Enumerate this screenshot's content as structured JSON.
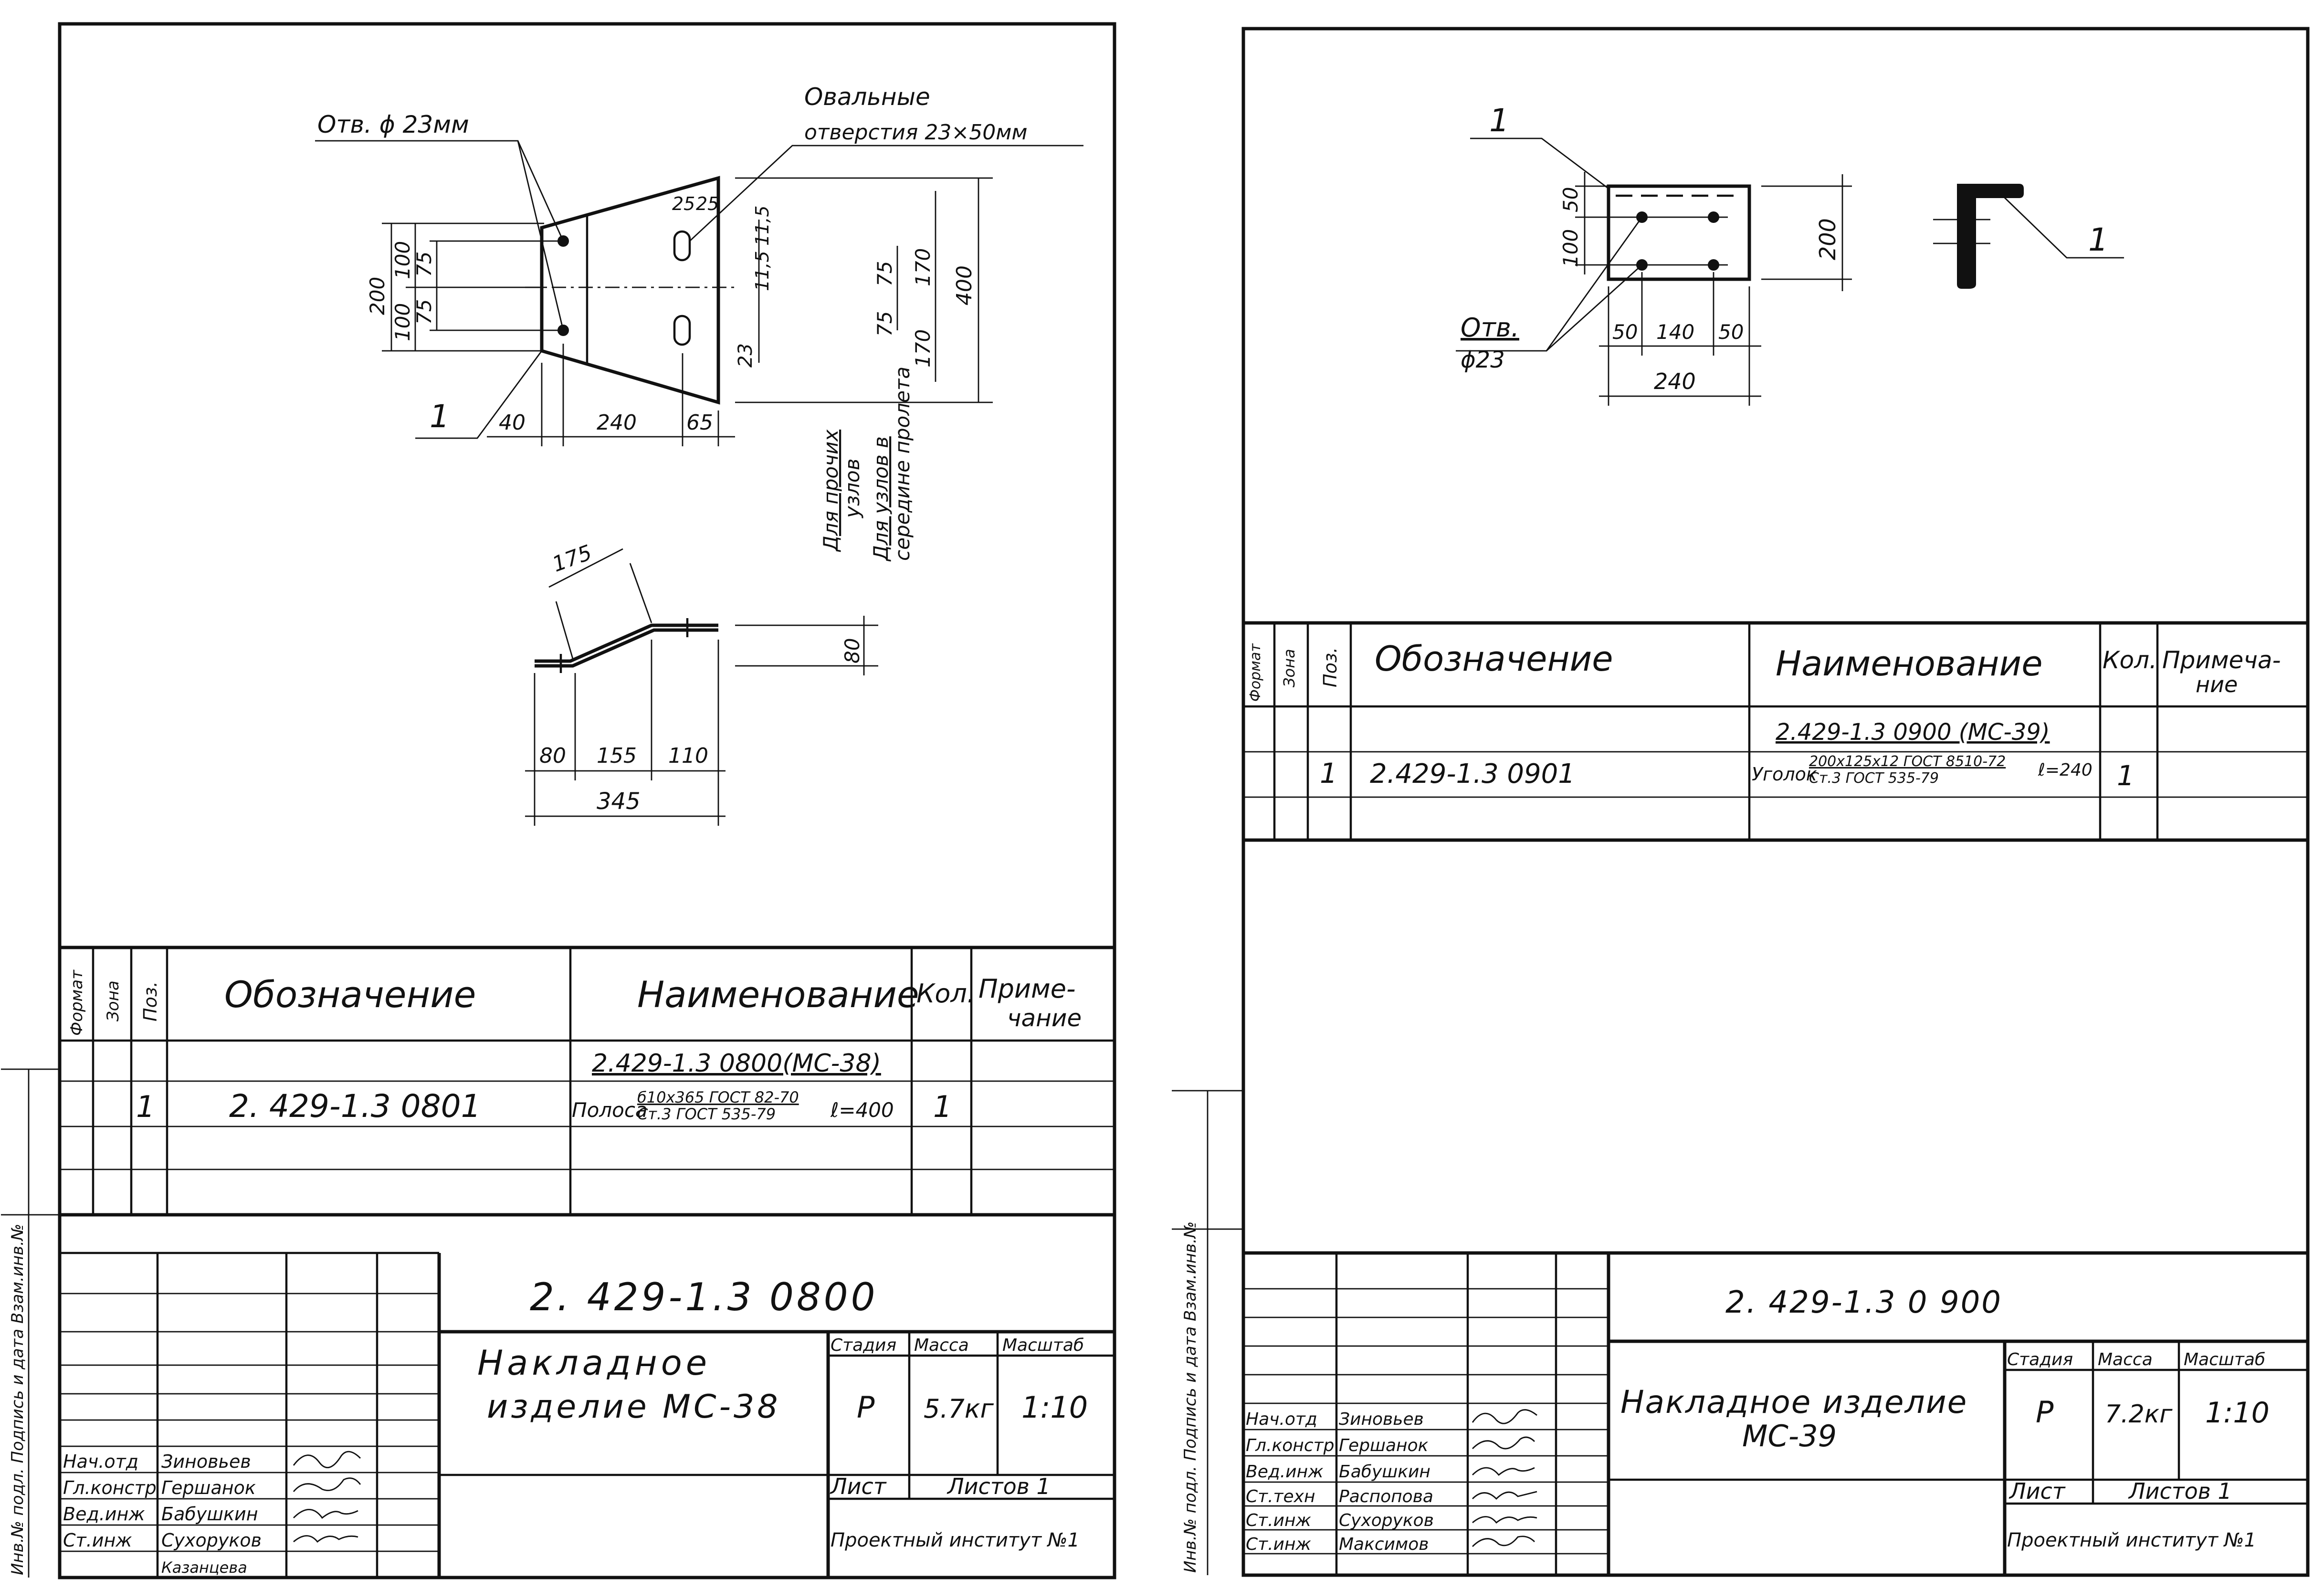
{
  "sheet1": {
    "drawing": {
      "callout_hole": "Отв. ϕ 23мм",
      "callout_oval_1": "Овальные",
      "callout_oval_2": "отверстия 23×50мм",
      "part_ref": "1",
      "d_200": "200",
      "d_100a": "100",
      "d_100b": "100",
      "d_75a": "75",
      "d_75b": "75",
      "d_25a": "25",
      "d_25b": "25",
      "d_115a": "11,5",
      "d_115b": "11,5",
      "d_75c": "75",
      "d_75d": "75",
      "d_170a": "170",
      "d_170b": "170",
      "d_23": "23",
      "d_400": "400",
      "d_40": "40",
      "d_240": "240",
      "d_65": "65",
      "note_other_1": "Для прочих",
      "note_other_2": "узлов",
      "note_mid_1": "Для узлов в",
      "note_mid_2": "середине пролета",
      "d_175": "175",
      "d_80v": "80",
      "d_80h": "80",
      "d_155": "155",
      "d_110": "110",
      "d_345": "345"
    },
    "spec": {
      "h_format": "Формат",
      "h_zone": "Зона",
      "h_pos": "Поз.",
      "h_designation": "Обозначение",
      "h_name": "Наименование",
      "h_qty": "Кол.",
      "h_note_1": "Приме-",
      "h_note_2": "чание",
      "assembly_ref": "2.429-1.3 0800(МС-38)",
      "row_pos": "1",
      "row_designation": "2. 429-1.3  0801",
      "row_name_prefix": "Полоса",
      "row_name_top": "б10х365 ГОСТ 82-70",
      "row_name_bottom": "Ст.3 ГОСТ 535-79",
      "row_length": "ℓ=400",
      "row_qty": "1"
    },
    "side_strip": "Инв.№ подл. Подпись и дата Взам.инв.№",
    "title": {
      "code": "2. 429-1.3  0800",
      "name_1": "Накладное",
      "name_2": "изделие МС-38",
      "h_stage": "Стадия",
      "h_mass": "Масса",
      "h_scale": "Масштаб",
      "stage": "Р",
      "mass": "5.7кг",
      "scale": "1:10",
      "sheet": "Лист",
      "sheets": "Листов 1",
      "org": "Проектный институт №1",
      "staff": [
        {
          "role": "Нач.отд",
          "name": "Зиновьев"
        },
        {
          "role": "Гл.констр",
          "name": "Гершанок"
        },
        {
          "role": "Вед.инж",
          "name": "Бабушкин"
        },
        {
          "role": "Ст.инж",
          "name": "Сухоруков"
        },
        {
          "role": "",
          "name": "Казанцева"
        }
      ]
    }
  },
  "sheet2": {
    "drawing": {
      "part_ref_a": "1",
      "part_ref_b": "1",
      "d_100": "100",
      "d_50": "50",
      "d_200": "200",
      "callout_hole_1": "Отв.",
      "callout_hole_2": "ϕ23",
      "d_50a": "50",
      "d_140": "140",
      "d_50b": "50",
      "d_240": "240"
    },
    "spec": {
      "h_format": "Формат",
      "h_zone": "Зона",
      "h_pos": "Поз.",
      "h_designation": "Обозначение",
      "h_name": "Наименование",
      "h_qty": "Кол.",
      "h_note_1": "Примеча-",
      "h_note_2": "ние",
      "assembly_ref": "2.429-1.3  0900 (МС-39)",
      "row_pos": "1",
      "row_designation": "2.429-1.3  0901",
      "row_name_prefix": "Уголок",
      "row_name_top": "200х125х12 ГОСТ 8510-72",
      "row_name_bottom": "Ст.3 ГОСТ 535-79",
      "row_length": "ℓ=240",
      "row_qty": "1"
    },
    "side_strip": "Инв.№ подл. Подпись и дата Взам.инв.№",
    "title": {
      "code": "2. 429-1.3   0 900",
      "name_1": "Накладное изделие",
      "name_2": "МС-39",
      "h_stage": "Стадия",
      "h_mass": "Масса",
      "h_scale": "Масштаб",
      "stage": "Р",
      "mass": "7.2кг",
      "scale": "1:10",
      "sheet": "Лист",
      "sheets": "Листов 1",
      "org": "Проектный институт №1",
      "staff": [
        {
          "role": "Нач.отд",
          "name": "Зиновьев"
        },
        {
          "role": "Гл.констр",
          "name": "Гершанок"
        },
        {
          "role": "Вед.инж",
          "name": "Бабушкин"
        },
        {
          "role": "Ст.техн",
          "name": "Распопова"
        },
        {
          "role": "Ст.инж",
          "name": "Сухоруков"
        },
        {
          "role": "Ст.инж",
          "name": "Максимов"
        }
      ]
    }
  }
}
